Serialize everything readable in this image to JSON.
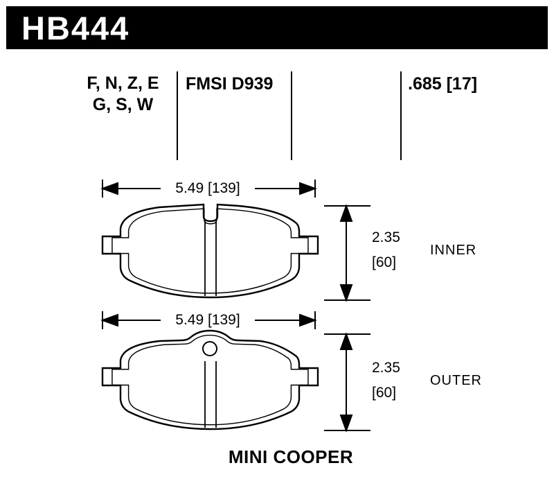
{
  "header": {
    "part_number": "HB444"
  },
  "spec_row": {
    "compound_codes_line1": "F, N, Z, E",
    "compound_codes_line2": "G, S, W",
    "fmsi_number": "FMSI D939",
    "pad_thickness": ".685 [17]"
  },
  "inner_pad": {
    "width_dimension": "5.49 [139]",
    "height_dimension_in": "2.35",
    "height_dimension_mm": "[60]",
    "label": "INNER"
  },
  "outer_pad": {
    "width_dimension": "5.49 [139]",
    "height_dimension_in": "2.35",
    "height_dimension_mm": "[60]",
    "label": "OUTER"
  },
  "footer": {
    "vehicle_name": "MINI COOPER"
  },
  "colors": {
    "header_bg": "#000000",
    "line": "#000000"
  }
}
